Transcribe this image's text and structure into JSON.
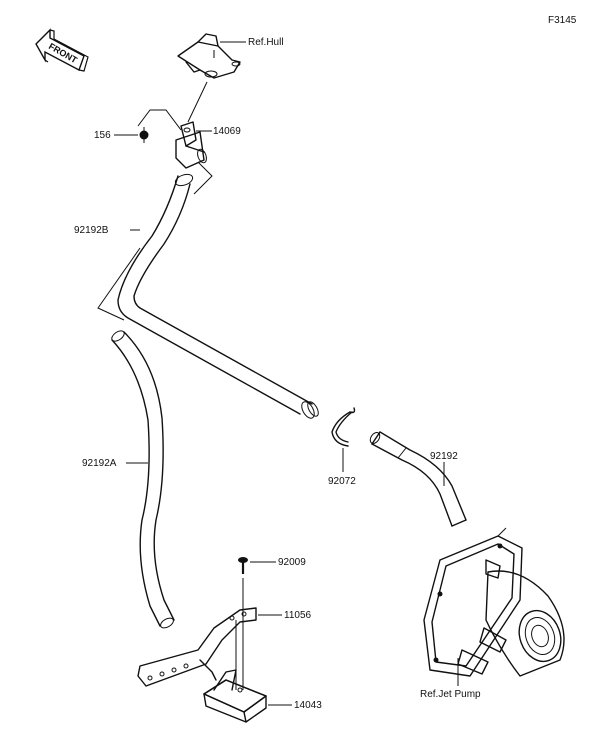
{
  "figure_code": "F3145",
  "front_label": "FRONT",
  "callouts": {
    "ref_hull": "Ref.Hull",
    "p156": "156",
    "p14069": "14069",
    "p92192B": "92192B",
    "p92192A": "92192A",
    "p92072": "92072",
    "p92192": "92192",
    "p92009": "92009",
    "p11056": "11056",
    "p14043": "14043",
    "ref_jet_pump": "Ref.Jet Pump"
  }
}
